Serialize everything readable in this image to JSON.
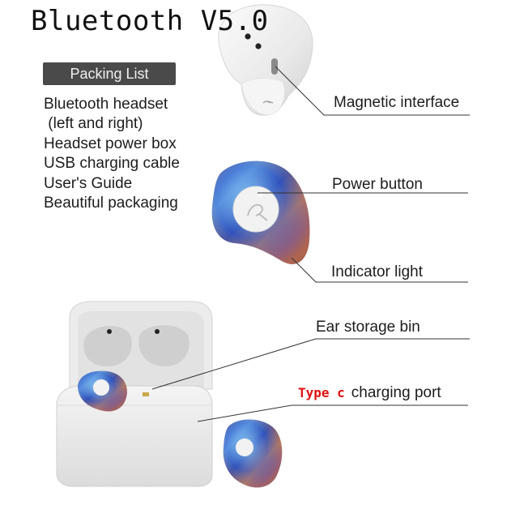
{
  "title": "Bluetooth V5.0",
  "packing_list": {
    "header": "Packing List",
    "items": [
      "Bluetooth headset",
      " (left and right)",
      "Headset power box",
      "USB charging cable",
      "User's Guide",
      "Beautiful packaging"
    ]
  },
  "callouts": {
    "magnetic_interface": "Magnetic interface",
    "power_button": "Power button",
    "indicator_light": "Indicator light",
    "ear_storage_bin": "Ear storage bin",
    "type_c": "Type c",
    "charging_port": "charging port"
  },
  "colors": {
    "header_bg": "#4a4a4a",
    "type_c_red": "#e01010"
  }
}
